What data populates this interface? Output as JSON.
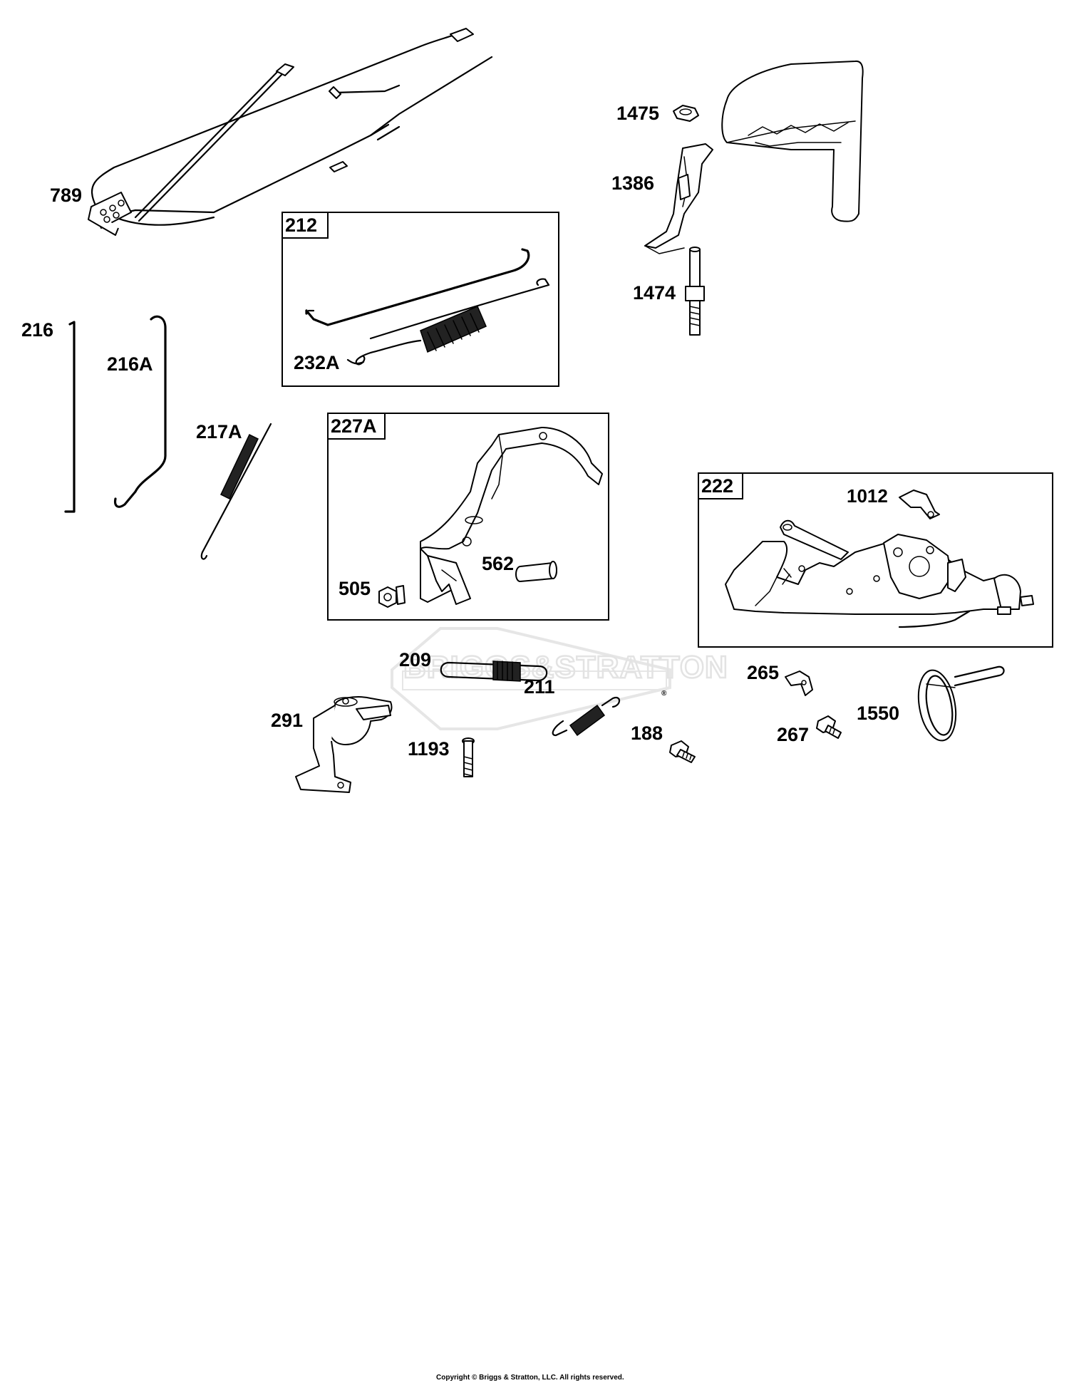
{
  "parts": {
    "p789": "789",
    "p216": "216",
    "p216A": "216A",
    "p217A": "217A",
    "p212": "212",
    "p232A": "232A",
    "p227A": "227A",
    "p505": "505",
    "p562": "562",
    "p1475": "1475",
    "p1386": "1386",
    "p1474": "1474",
    "p222": "222",
    "p1012": "1012",
    "p209": "209",
    "p211": "211",
    "p291": "291",
    "p1193": "1193",
    "p188": "188",
    "p265": "265",
    "p267": "267",
    "p1550": "1550"
  },
  "watermark": {
    "text": "BRIGGS&STRATTON",
    "mark": "®"
  },
  "footer": {
    "copyright": "Copyright © Briggs & Stratton, LLC. All rights reserved."
  }
}
